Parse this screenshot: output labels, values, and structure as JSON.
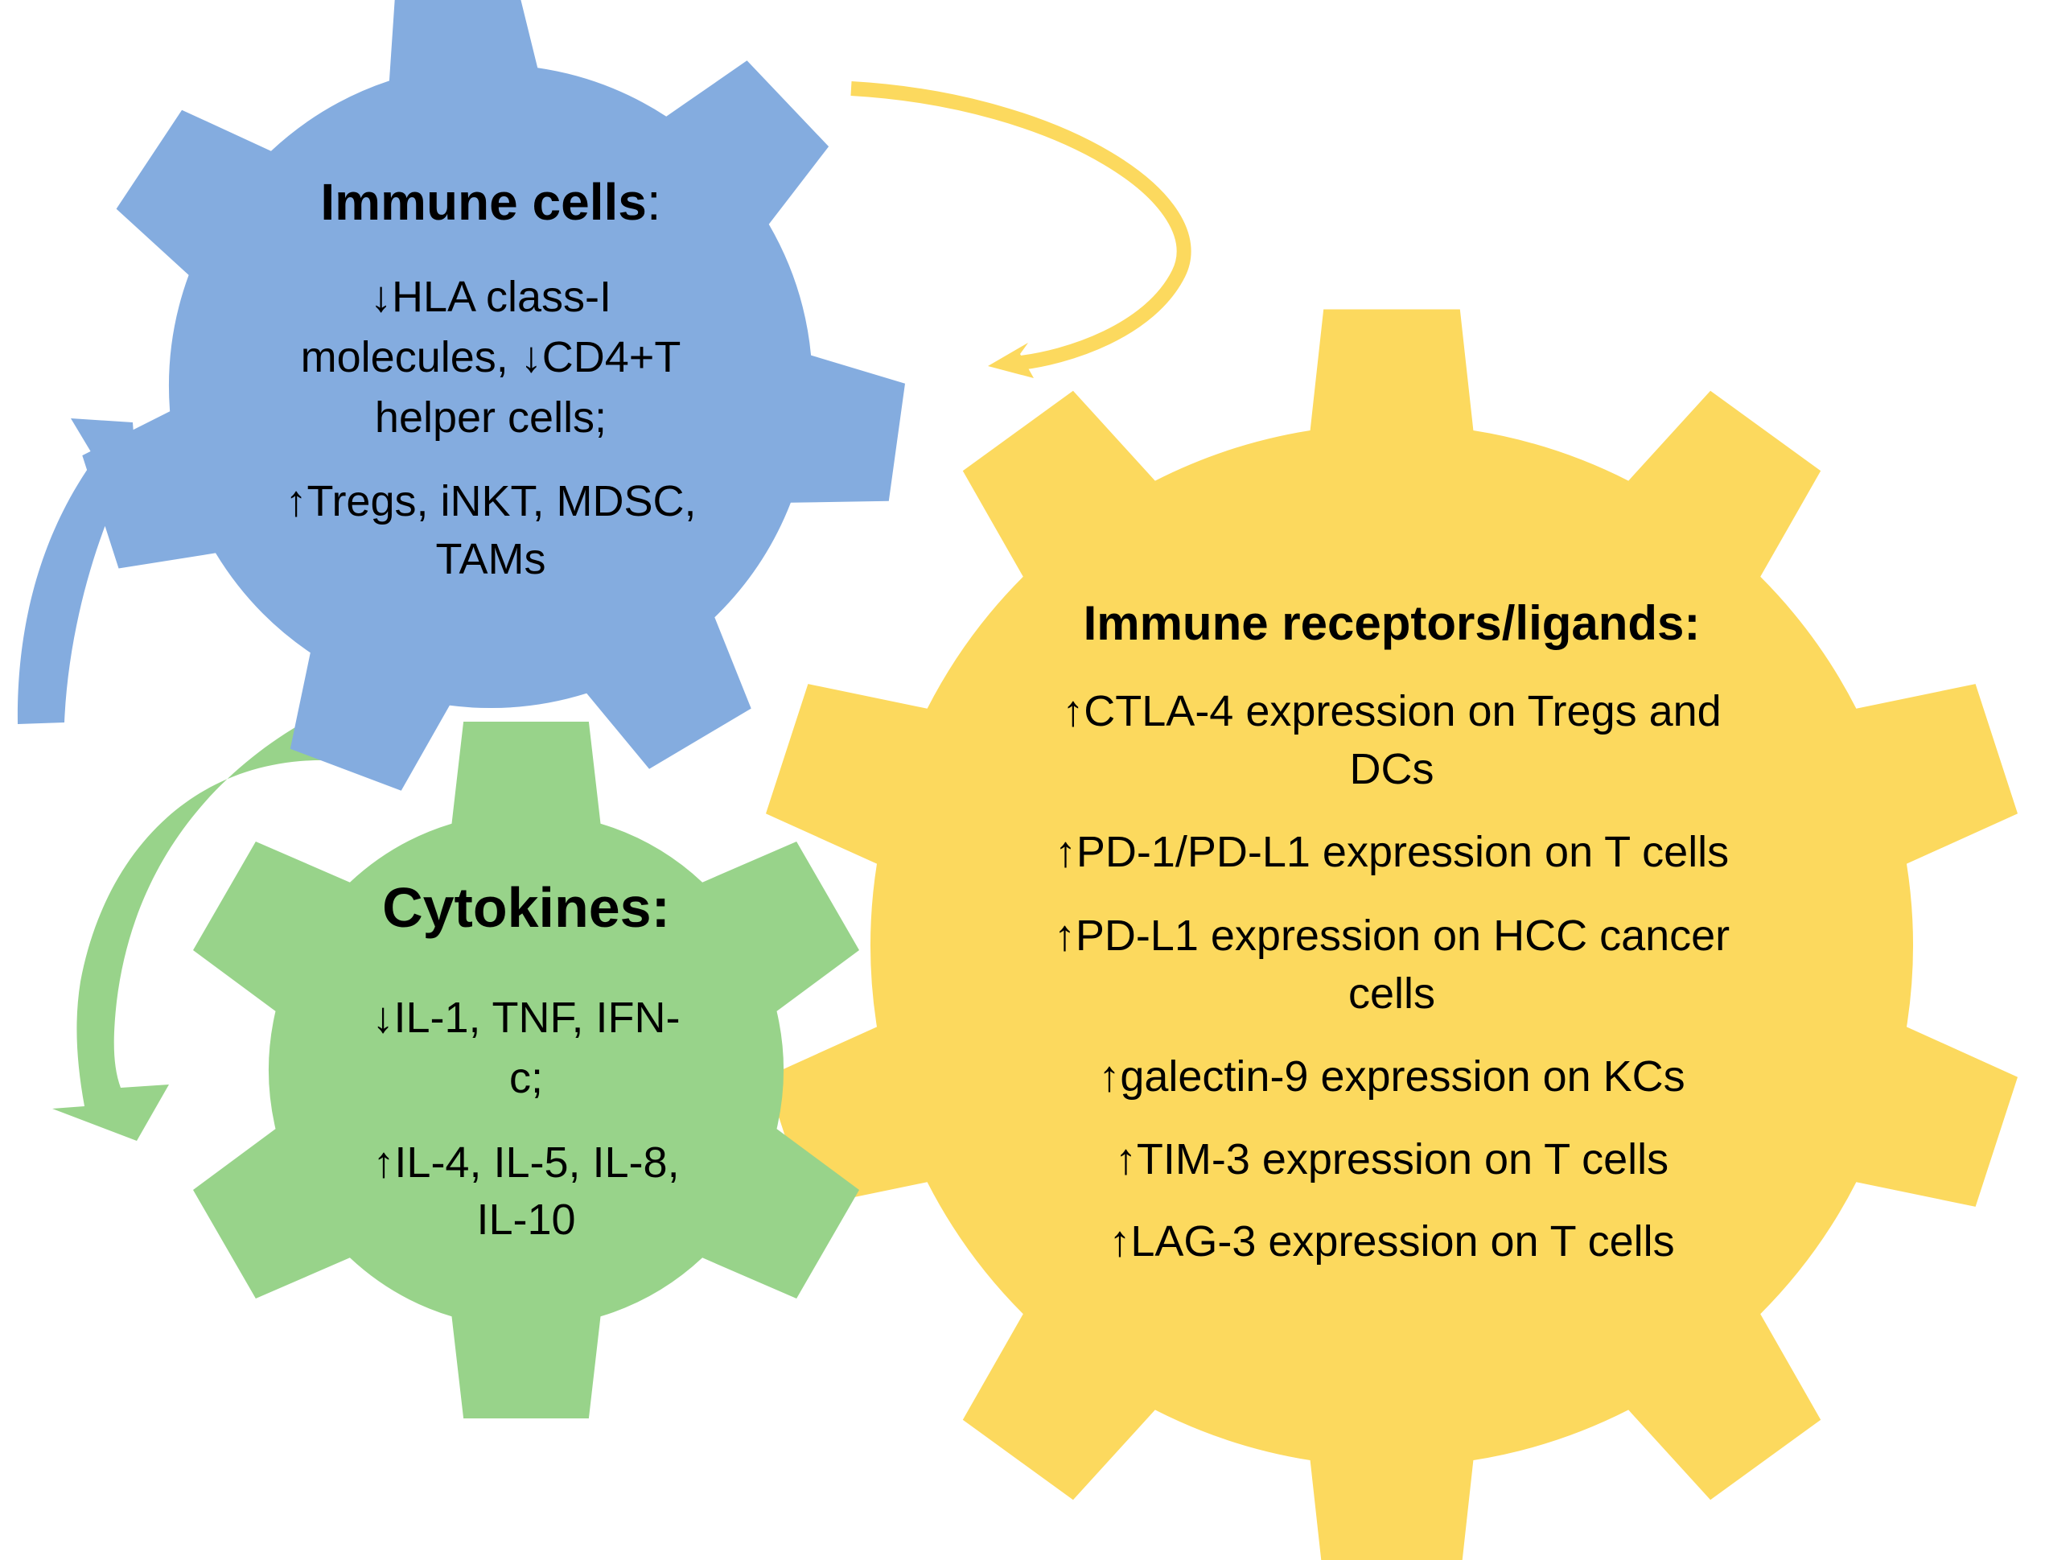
{
  "colors": {
    "blue_gear": "#84ACDF",
    "green_gear": "#98D38A",
    "yellow_gear": "#FCD95E",
    "blue_arrow": "#84ACDF",
    "green_arrow": "#98D38A",
    "yellow_arrow": "#FCD95E",
    "text": "#000000"
  },
  "gears": {
    "immune_cells": {
      "title": "Immune cells",
      "title_suffix": ":",
      "lines": [
        "↓HLA class-I",
        "molecules, ↓CD4+T",
        "helper cells;",
        "↑Tregs, iNKT, MDSC,",
        "TAMs"
      ]
    },
    "cytokines": {
      "title": "Cytokines:",
      "lines": [
        "↓IL-1, TNF, IFN-",
        "c;",
        "↑IL-4, IL-5, IL-8,",
        "IL-10"
      ]
    },
    "receptors": {
      "title": "Immune receptors/ligands:",
      "lines": [
        "↑CTLA-4 expression on Tregs and",
        "DCs",
        "↑PD-1/PD-L1 expression on T cells",
        "↑PD-L1 expression on HCC cancer",
        "cells",
        "↑galectin-9 expression on KCs",
        "↑TIM-3 expression on T cells",
        "↑LAG-3 expression on T cells"
      ]
    }
  },
  "arrows": [
    {
      "name": "yellow-curved-arrow",
      "color_key": "yellow_arrow",
      "from": "top",
      "to": "receptors"
    },
    {
      "name": "blue-curved-arrow",
      "color_key": "blue_arrow",
      "from": "left",
      "to": "immune_cells"
    },
    {
      "name": "green-curved-arrow",
      "color_key": "green_arrow",
      "from": "cytokines",
      "to": "left"
    }
  ]
}
